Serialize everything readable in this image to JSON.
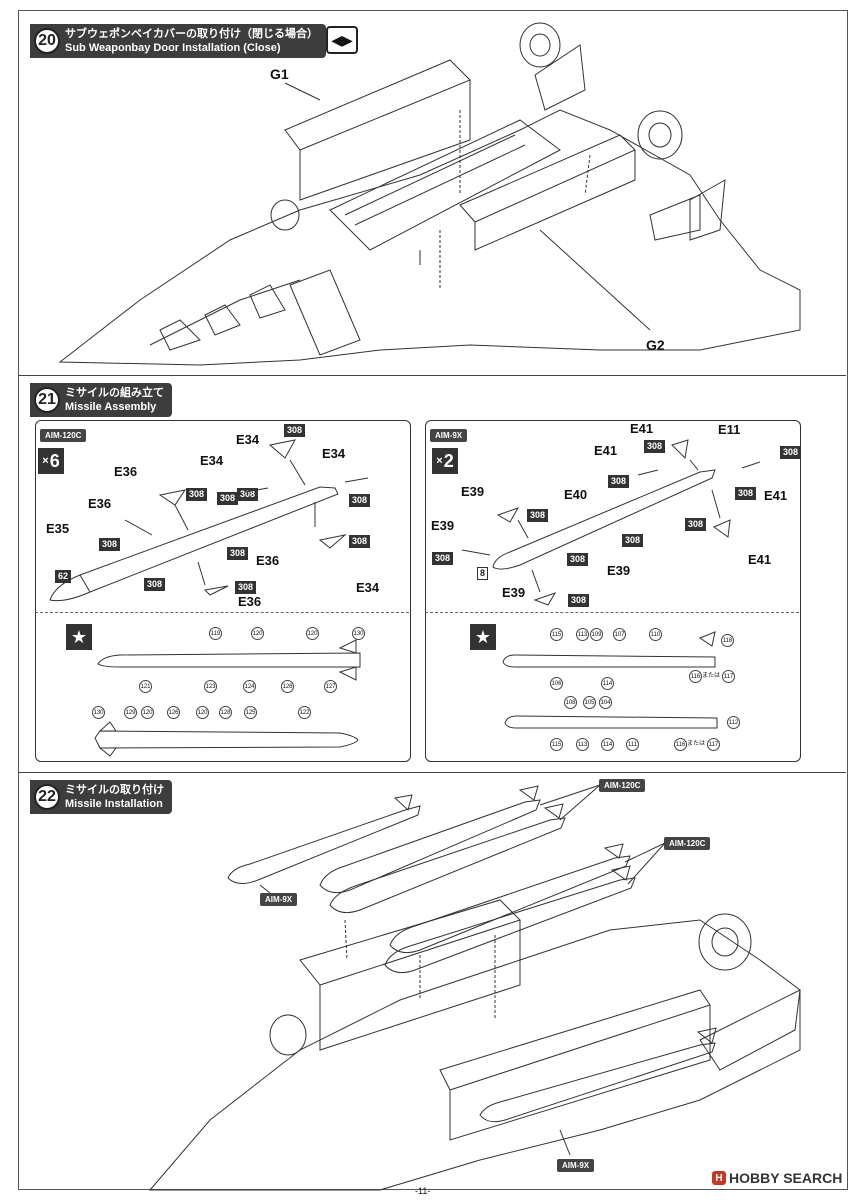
{
  "step20": {
    "number": "20",
    "title_jp": "サブウェポンベイカバーの取り付け（閉じる場合）",
    "title_en": "Sub Weaponbay Door Installation (Close)",
    "labels": [
      "G1",
      "G2"
    ]
  },
  "step21": {
    "number": "21",
    "title_jp": "ミサイルの組み立て",
    "title_en": "Missile Assembly",
    "aim120": {
      "tag": "AIM-120C",
      "multiplier": "6",
      "parts": [
        "E34",
        "E34",
        "E34",
        "E34",
        "E35",
        "E36",
        "E36",
        "E36",
        "E36"
      ],
      "codes": [
        "308",
        "308",
        "308",
        "308",
        "308",
        "308",
        "308",
        "308",
        "308",
        "62"
      ],
      "refs_top": [
        "119",
        "120",
        "120",
        "130"
      ],
      "refs_mid": [
        "121",
        "123",
        "124",
        "126",
        "127"
      ],
      "refs_row2_top": [
        "130",
        "129",
        "120",
        "126",
        "120",
        "128",
        "125",
        "122"
      ]
    },
    "aim9": {
      "tag": "AIM-9X",
      "multiplier": "2",
      "parts": [
        "E41",
        "E41",
        "E11",
        "E41",
        "E41",
        "E40",
        "E39",
        "E39",
        "E39",
        "E39"
      ],
      "codes": [
        "308",
        "308",
        "308",
        "308",
        "308",
        "308",
        "308",
        "308",
        "308",
        "308",
        "8"
      ],
      "refs_top1": [
        "115",
        "113",
        "109",
        "107",
        "110",
        "118"
      ],
      "refs_bot1": [
        "106",
        "114",
        "116",
        "117"
      ],
      "refs_top2": [
        "108",
        "105",
        "104",
        "112"
      ],
      "refs_bot2": [
        "115",
        "113",
        "114",
        "111",
        "116",
        "117"
      ],
      "or_text": "または"
    }
  },
  "step22": {
    "number": "22",
    "title_jp": "ミサイルの取り付け",
    "title_en": "Missile Installation",
    "tags": [
      "AIM-120C",
      "AIM-120C",
      "AIM-9X",
      "AIM-9X"
    ]
  },
  "footer": {
    "page": "-11-"
  },
  "watermark": {
    "text": "HOBBY SEARCH",
    "logo": "H"
  }
}
